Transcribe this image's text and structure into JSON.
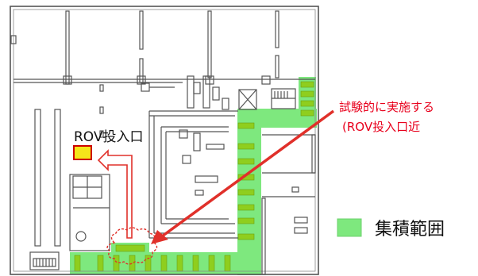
{
  "labels": {
    "rov_entry": "ROV投入口",
    "trial_line1": "試験的に実施する",
    "trial_line2": "(ROV投入口近",
    "legend": "集積範囲"
  },
  "colors": {
    "accumulation_fill": "#7ee87e",
    "rov_box_fill": "#f5e61a",
    "rov_box_stroke": "#cc0000",
    "arrow_red": "#e0302a",
    "walls": "#555555",
    "bars": "#8fce1e",
    "trial_text": "#e8001c"
  }
}
